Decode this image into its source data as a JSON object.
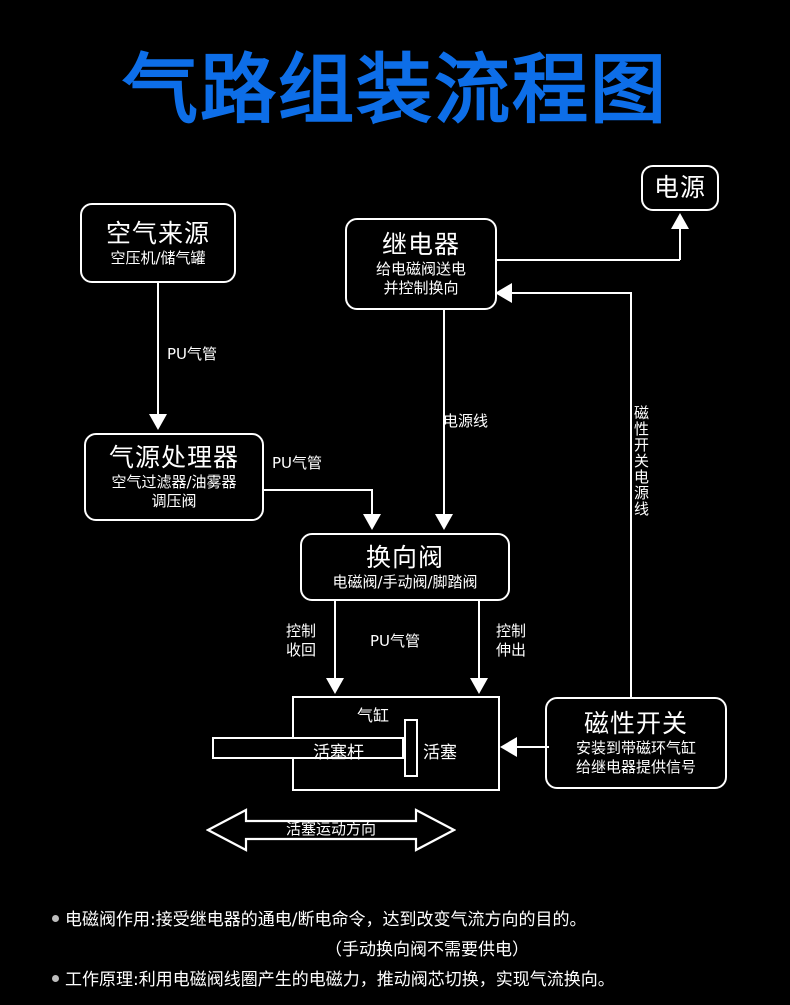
{
  "title": "气路组装流程图",
  "theme": {
    "background": "#000000",
    "title_color": "#0d6ee8",
    "line_color": "#ffffff",
    "text_color": "#ffffff"
  },
  "nodes": {
    "air_source": {
      "main": "空气来源",
      "sub1": "空压机/储气罐",
      "sub2": ""
    },
    "relay": {
      "main": "继电器",
      "sub1": "给电磁阀送电",
      "sub2": "并控制换向"
    },
    "power": {
      "main": "电源",
      "sub1": "",
      "sub2": ""
    },
    "fru": {
      "main": "气源处理器",
      "sub1": "空气过滤器/油雾器",
      "sub2": "调压阀"
    },
    "valve": {
      "main": "换向阀",
      "sub1": "电磁阀/手动阀/脚踏阀",
      "sub2": ""
    },
    "mag_switch": {
      "main": "磁性开关",
      "sub1": "安装到带磁环气缸",
      "sub2": "给继电器提供信号"
    }
  },
  "cylinder": {
    "body_label": "气缸",
    "rod_label": "活塞杆",
    "piston_label": "活塞",
    "travel_label": "活塞运动方向"
  },
  "edges": {
    "pu_tube_1": "PU气管",
    "pu_tube_2": "PU气管",
    "pu_tube_3": "PU气管",
    "power_line": "电源线",
    "mag_power_line": "磁性开关电源线",
    "control_retract": "控制\n收回",
    "control_extend": "控制\n伸出"
  },
  "notes": [
    "电磁阀作用:接受继电器的通电/断电命令，达到改变气流方向的目的。",
    "（手动换向阀不需要供电）",
    "工作原理:利用电磁阀线圈产生的电磁力，推动阀芯切换，实现气流换向。"
  ]
}
